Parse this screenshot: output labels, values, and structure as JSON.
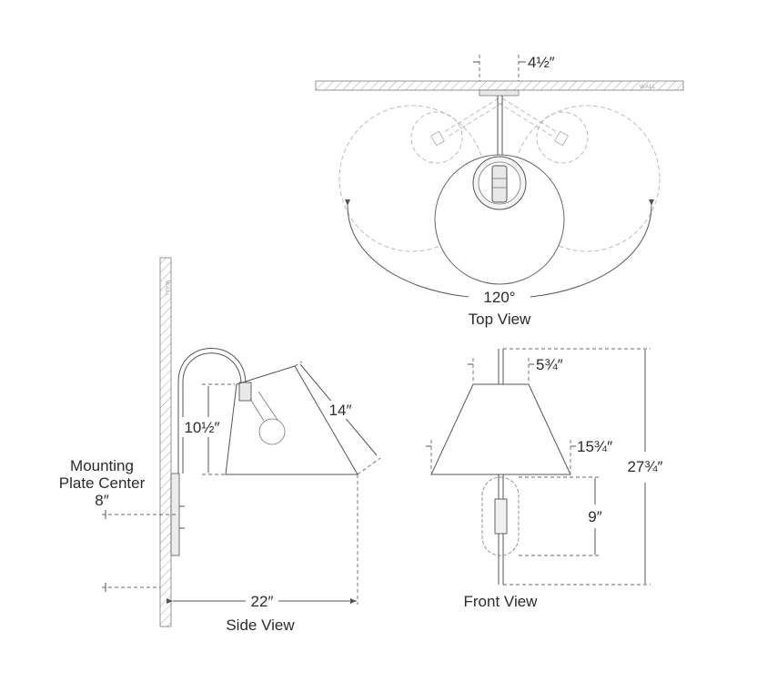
{
  "wall_label": "WALL",
  "views": {
    "top": "Top View",
    "side": "Side View",
    "front": "Front View"
  },
  "mounting_label": {
    "line1": "Mounting",
    "line2": "Plate Center",
    "value": "8″"
  },
  "dimensions": {
    "top_plate_width": "4½″",
    "rotation": "120°",
    "side_shade_height": "10½″",
    "side_shade_length": "14″",
    "side_depth": "22″",
    "front_top_width": "5¾″",
    "front_bottom_width": "15¾″",
    "front_plate_height": "9″",
    "front_overall_height": "27¾″"
  }
}
